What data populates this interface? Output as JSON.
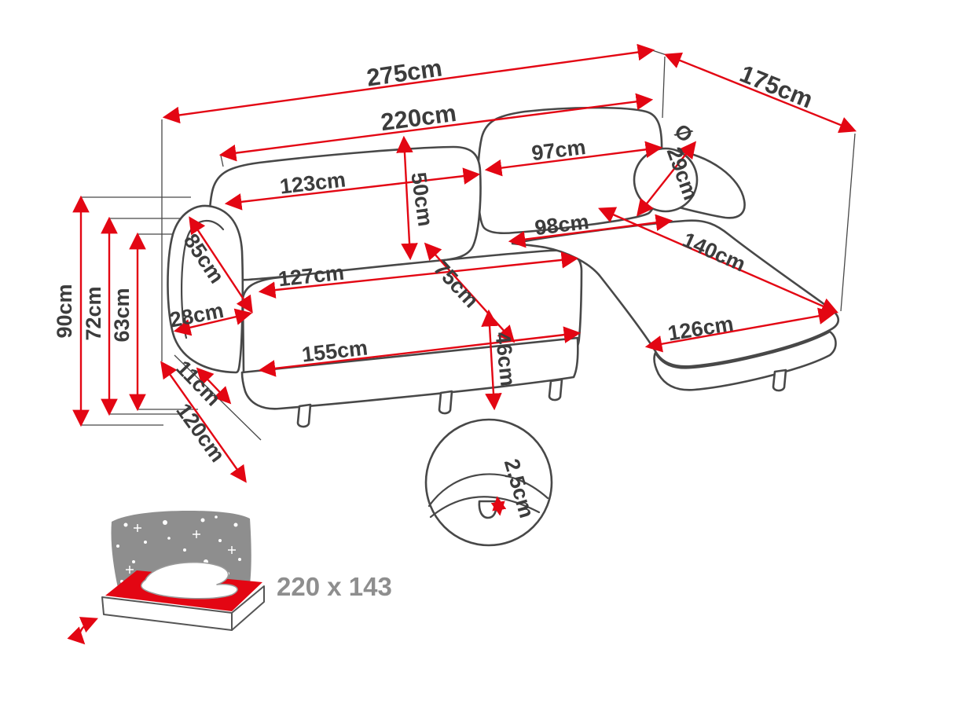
{
  "colors": {
    "red": "#e30613",
    "ink": "#3c3c3c",
    "outline": "#484848",
    "gray": "#8e8e8e"
  },
  "labels": {
    "overall_width": "275cm",
    "bed_length": "220cm",
    "overall_depth": "175cm",
    "backrest_left": "123cm",
    "backrest_right": "97cm",
    "backrest_height": "50cm",
    "diameter_symbol": "Ø",
    "bolster_diameter": "29cm",
    "armrest_height": "85cm",
    "chaise_width": "98cm",
    "chaise_length": "140cm",
    "seat_left": "127cm",
    "armrest_width": "28cm",
    "seat_depth": "75cm",
    "seat_front": "155cm",
    "seat_height": "46cm",
    "chaise_front": "126cm",
    "leg_height": "11cm",
    "side_depth": "120cm",
    "height_total": "90cm",
    "height_mid": "72cm",
    "height_low": "63cm",
    "detail_thickness": "2,5cm",
    "sleeping_area": "220 x 143"
  }
}
